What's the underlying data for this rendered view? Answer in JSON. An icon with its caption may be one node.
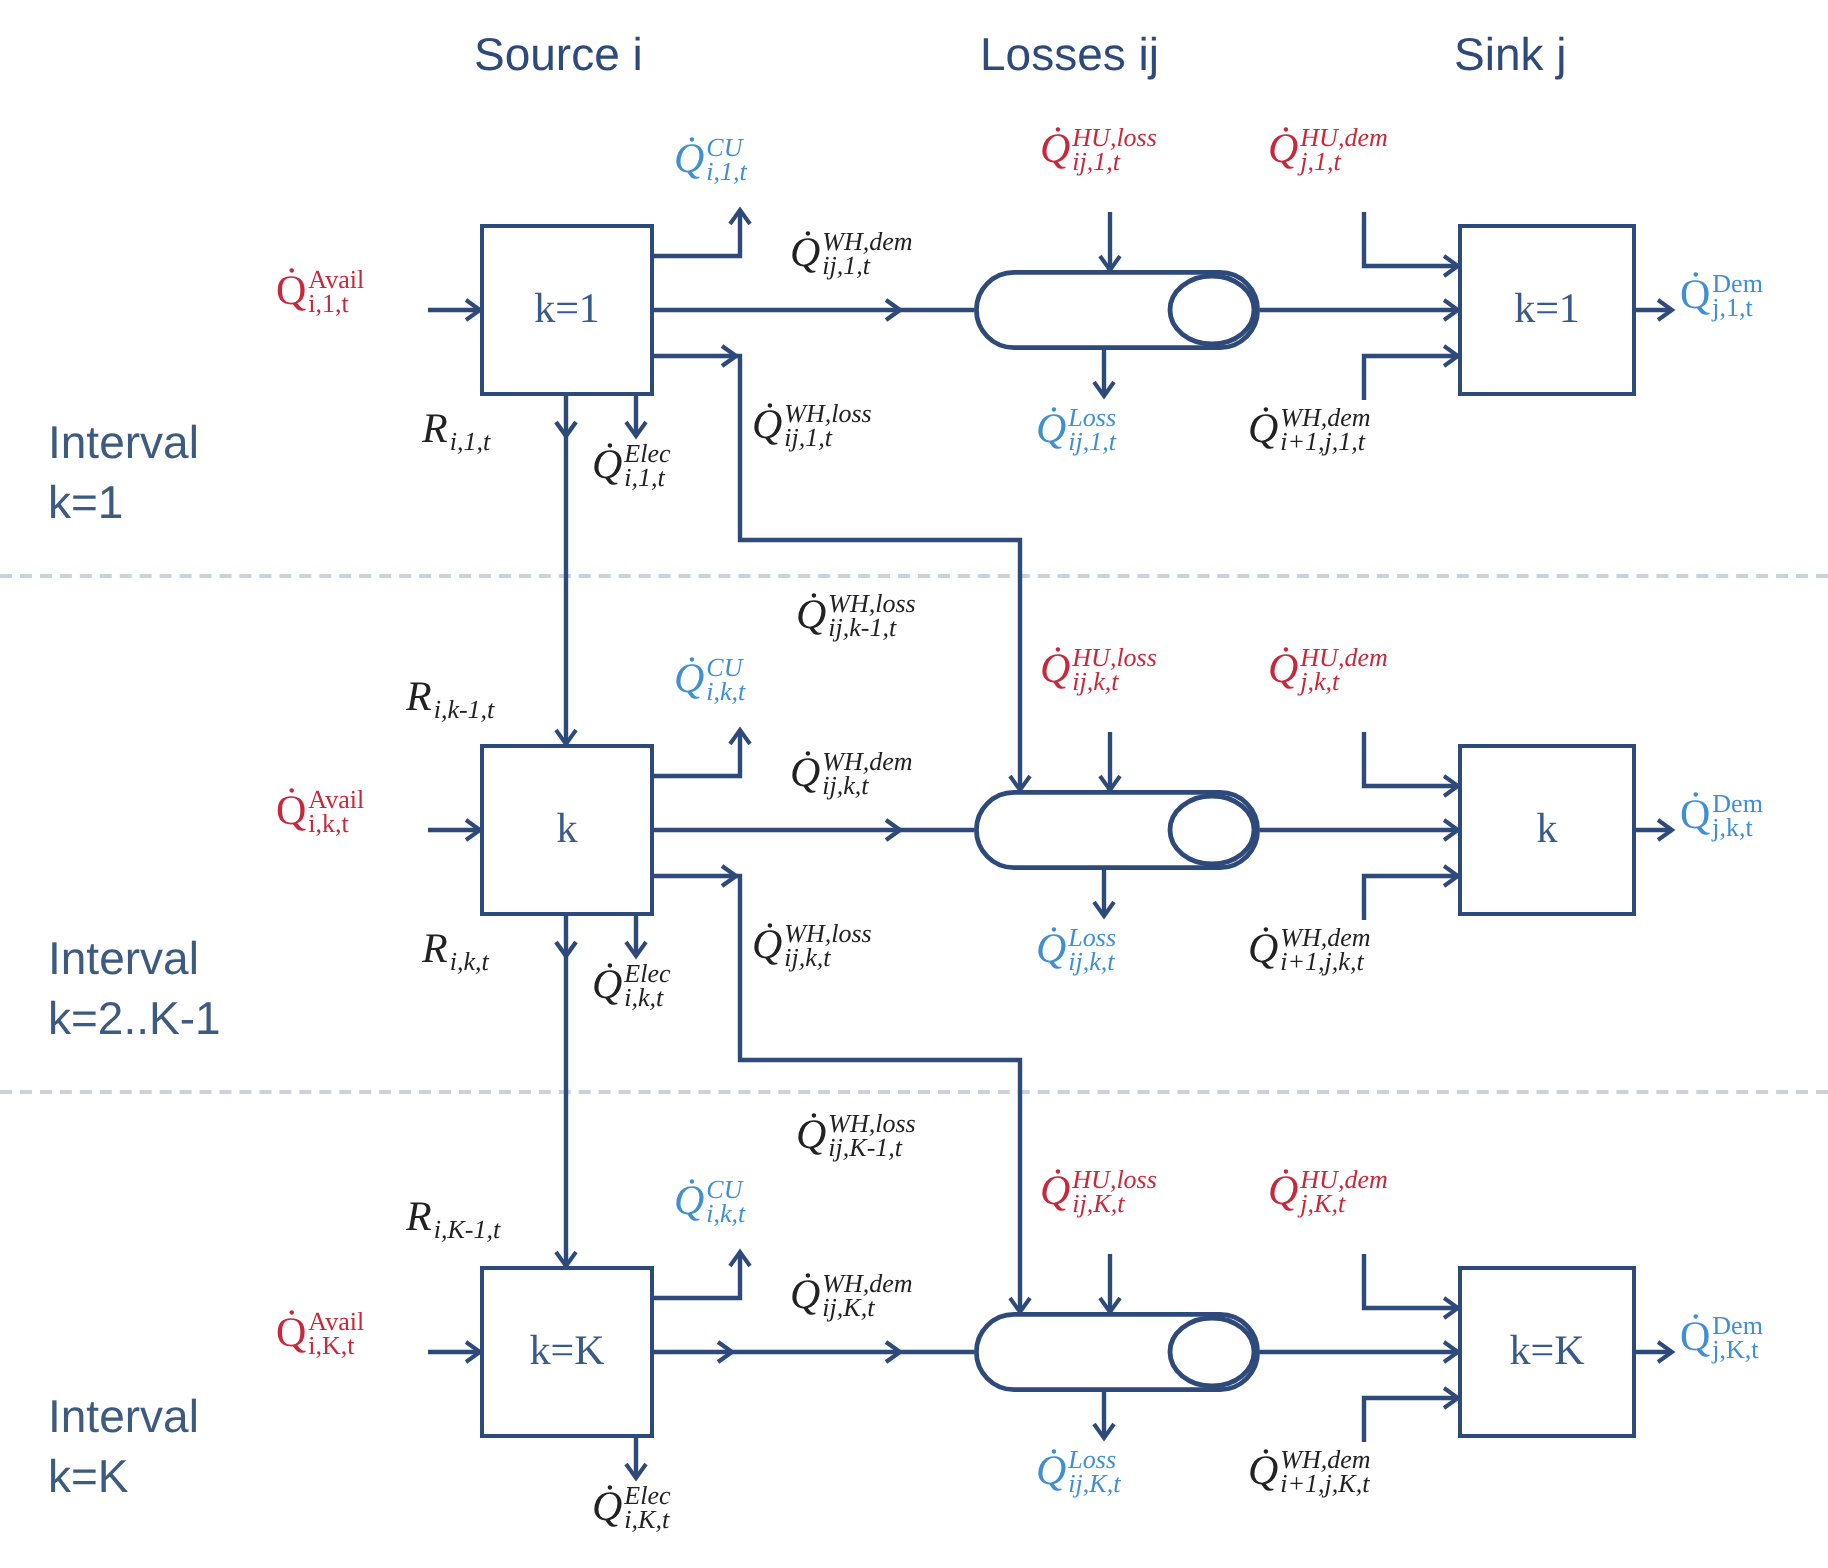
{
  "diagram": {
    "nodes": [
      {
        "text": [
          "k=1"
        ]
      },
      {
        "text": [],
        "shape": "cylinder"
      },
      {
        "text": [
          "k=1"
        ]
      },
      {
        "text": [
          "k"
        ]
      },
      {
        "text": [],
        "shape": "cylinder"
      },
      {
        "text": [
          "k"
        ]
      },
      {
        "text": [
          "k=K"
        ]
      },
      {
        "text": [],
        "shape": "cylinder"
      },
      {
        "text": [
          "k=K"
        ]
      }
    ],
    "edges": [
      {
        "from": null,
        "to": 0,
        "arrow": "to",
        "label": "Q̇$^{Avail}$$_{i,1,t}$"
      },
      {
        "from": 0,
        "to": null,
        "arrow": "to",
        "label": "Q̇$^{CU}$$_{i,1,t}$"
      },
      {
        "from": 0,
        "to": 1,
        "arrow": "to",
        "label": "Q̇$^{WH,dem}$$_{ij,1,t}$"
      },
      {
        "from": 0,
        "to": 4,
        "arrow": "to",
        "label": "Q̇$^{WH,loss}$$_{ij,1,t}$"
      },
      {
        "from": 0,
        "to": null,
        "arrow": "to",
        "label": "Q̇$^{Elec}$$_{i,1,t}$"
      },
      {
        "from": 0,
        "to": 3,
        "arrow": "to",
        "label": "R$_{i,1,t}$"
      },
      {
        "from": null,
        "to": 1,
        "arrow": "to",
        "label": "Q̇$^{HU,loss}$$_{ij,1,t}$"
      },
      {
        "from": 1,
        "to": null,
        "arrow": "to",
        "label": "Q̇$^{Loss}$$_{ij,1,t}$"
      },
      {
        "from": 1,
        "to": 2,
        "arrow": "to"
      },
      {
        "from": null,
        "to": 2,
        "arrow": "to",
        "label": "Q̇$^{HU,dem}$$_{j,1,t}$"
      },
      {
        "from": null,
        "to": 2,
        "arrow": "to",
        "label": "Q̇$^{WH,dem}$$_{i+1,j,1,t}$"
      },
      {
        "from": 2,
        "to": null,
        "arrow": "to",
        "label": "Q̇$^{Dem}$$_{j,1,t}$"
      },
      {
        "from": null,
        "to": 3,
        "arrow": "to",
        "label": "Q̇$^{Avail}$$_{i,k,t}$"
      },
      {
        "from": 3,
        "to": null,
        "arrow": "to",
        "label": "Q̇$^{CU}$$_{i,k,t}$"
      },
      {
        "from": 3,
        "to": 4,
        "arrow": "to",
        "label": "Q̇$^{WH,dem}$$_{ij,k,t}$"
      },
      {
        "from": 3,
        "to": 7,
        "arrow": "to",
        "label": "Q̇$^{WH,loss}$$_{ij,k,t}$"
      },
      {
        "from": 3,
        "to": null,
        "arrow": "to",
        "label": "Q̇$^{Elec}$$_{i,k,t}$"
      },
      {
        "from": 3,
        "to": 6,
        "arrow": "to",
        "label": "R$_{i,k,t}$"
      },
      {
        "from": null,
        "to": 4,
        "arrow": "to",
        "label": "Q̇$^{HU,loss}$$_{ij,k,t}$"
      },
      {
        "from": 4,
        "to": null,
        "arrow": "to",
        "label": "Q̇$^{Loss}$$_{ij,k,t}$"
      },
      {
        "from": 4,
        "to": 5,
        "arrow": "to"
      },
      {
        "from": null,
        "to": 5,
        "arrow": "to",
        "label": "Q̇$^{HU,dem}$$_{j,k,t}$"
      },
      {
        "from": null,
        "to": 5,
        "arrow": "to",
        "label": "Q̇$^{WH,dem}$$_{i+1,j,k,t}$"
      },
      {
        "from": 5,
        "to": null,
        "arrow": "to",
        "label": "Q̇$^{Dem}$$_{j,k,t}$"
      },
      {
        "from": null,
        "to": 6,
        "arrow": "to",
        "label": "Q̇$^{Avail}$$_{i,K,t}$"
      },
      {
        "from": 6,
        "to": null,
        "arrow": "to",
        "label": "Q̇$^{CU}$$_{i,k,t}$"
      },
      {
        "from": 6,
        "to": 7,
        "arrow": "to",
        "label": "Q̇$^{WH,dem}$$_{ij,K,t}$"
      },
      {
        "from": 6,
        "to": null,
        "arrow": "to",
        "label": "Q̇$^{Elec}$$_{i,K,t}$"
      },
      {
        "from": null,
        "to": 7,
        "arrow": "to",
        "label": "Q̇$^{HU,loss}$$_{ij,K,t}$"
      },
      {
        "from": 7,
        "to": null,
        "arrow": "to",
        "label": "Q̇$^{Loss}$$_{ij,K,t}$"
      },
      {
        "from": 7,
        "to": 8,
        "arrow": "to"
      },
      {
        "from": null,
        "to": 8,
        "arrow": "to",
        "label": "Q̇$^{HU,dem}$$_{j,K,t}$"
      },
      {
        "from": null,
        "to": 8,
        "arrow": "to",
        "label": "Q̇$^{WH,dem}$$_{i+1,j,K,t}$"
      },
      {
        "from": 8,
        "to": null,
        "arrow": "to",
        "label": "Q̇$^{Dem}$$_{j,K,t}$"
      }
    ],
    "labels": [
      "Source i",
      "Losses ij",
      "Sink j",
      "Interval k=1",
      "R$_{i,k-1,t}$",
      "Q̇$^{WH,loss}$$_{ij,k-1,t}$",
      "Interval k=2..K-1",
      "R$_{i,K-1,t}$",
      "Q̇$^{WH,loss}$$_{ij,K-1,t}$",
      "Interval k=K"
    ]
  }
}
